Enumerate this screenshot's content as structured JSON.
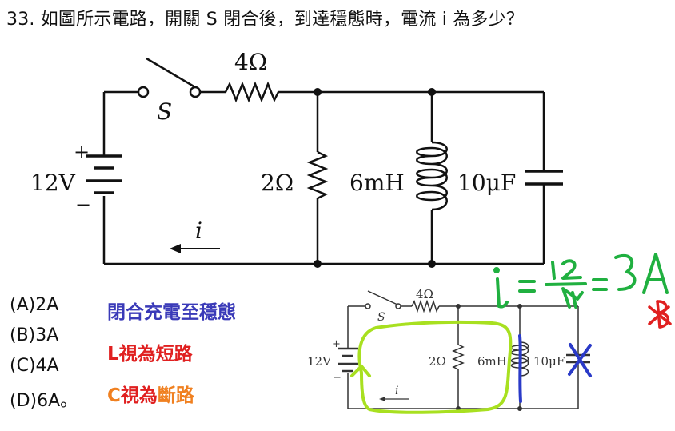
{
  "question": "33. 如圖所示電路，開關 S 閉合後，到達穩態時，電流 i 為多少？",
  "circuit": {
    "resistor_series": "4Ω",
    "switch_label": "S",
    "source_voltage": "12V",
    "plus_sign": "+",
    "minus_sign": "−",
    "resistor_shunt": "2Ω",
    "inductor": "6mH",
    "capacitor": "10μF",
    "current_label": "i"
  },
  "options": [
    {
      "label": "(A)2A"
    },
    {
      "label": "(B)3A"
    },
    {
      "label": "(C)4A"
    },
    {
      "label": "(D)6A。"
    }
  ],
  "notes": {
    "line1": "閉合充電至穩態",
    "line2_prefix": "L",
    "line2_mid": "視為",
    "line2_suffix": "短路",
    "line3_prefix": "C",
    "line3_mid": "視為",
    "line3_suffix": "斷路"
  },
  "handwriting": {
    "equation": "i = 12/4 = 3A",
    "answer_mark": "B"
  },
  "colors": {
    "text": "#111111",
    "note_blue": "#3a3ab8",
    "note_red": "#e02020",
    "note_orange": "#f08020",
    "ink_green": "#20b040",
    "highlight_lime": "#a8e020",
    "ink_blue": "#2a3ac8",
    "ink_red": "#e02020"
  }
}
